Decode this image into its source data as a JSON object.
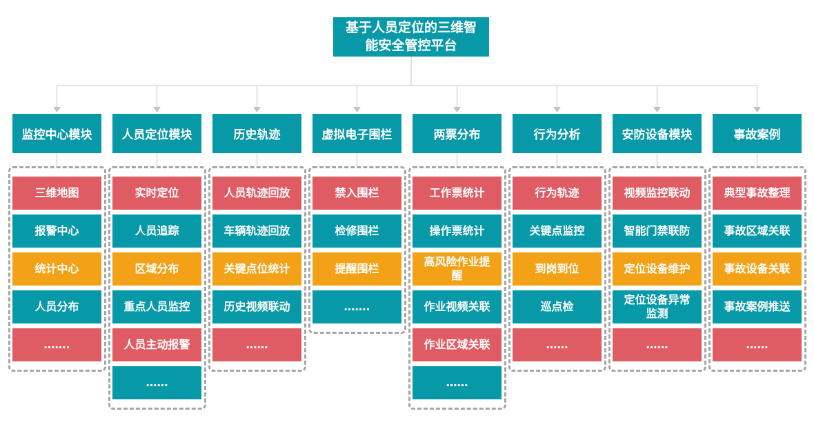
{
  "title": "基于人员定位的三维智能安全管控平台",
  "colors": {
    "teal": "#0899A8",
    "red": "#E05C64",
    "orange": "#F3A218",
    "line": "#D9D9D9",
    "arrow": "#C2C2C2",
    "dash_border": "#A6A6A6",
    "background": "#FFFFFF"
  },
  "modules": [
    {
      "label": "监控中心模块",
      "items": [
        {
          "label": "三维地图",
          "color": "red"
        },
        {
          "label": "报警中心",
          "color": "teal"
        },
        {
          "label": "统计中心",
          "color": "orange"
        },
        {
          "label": "人员分布",
          "color": "teal"
        },
        {
          "label": "…….",
          "color": "red"
        }
      ]
    },
    {
      "label": "人员定位模块",
      "items": [
        {
          "label": "实时定位",
          "color": "red"
        },
        {
          "label": "人员追踪",
          "color": "teal"
        },
        {
          "label": "区域分布",
          "color": "orange"
        },
        {
          "label": "重点人员监控",
          "color": "teal"
        },
        {
          "label": "人员主动报警",
          "color": "red"
        },
        {
          "label": "……",
          "color": "teal"
        }
      ]
    },
    {
      "label": "历史轨迹",
      "items": [
        {
          "label": "人员轨迹回放",
          "color": "red"
        },
        {
          "label": "车辆轨迹回放",
          "color": "teal"
        },
        {
          "label": "关键点位统计",
          "color": "orange"
        },
        {
          "label": "历史视频联动",
          "color": "teal"
        },
        {
          "label": "……",
          "color": "red"
        }
      ]
    },
    {
      "label": "虚拟电子围栏",
      "items": [
        {
          "label": "禁入围栏",
          "color": "red"
        },
        {
          "label": "检修围栏",
          "color": "teal"
        },
        {
          "label": "提醒围栏",
          "color": "orange"
        },
        {
          "label": "…….",
          "color": "teal"
        }
      ]
    },
    {
      "label": "两票分布",
      "items": [
        {
          "label": "工作票统计",
          "color": "red"
        },
        {
          "label": "操作票统计",
          "color": "teal"
        },
        {
          "label": "高风险作业提醒",
          "color": "orange"
        },
        {
          "label": "作业视频关联",
          "color": "teal"
        },
        {
          "label": "作业区域关联",
          "color": "red"
        },
        {
          "label": "……",
          "color": "teal"
        }
      ]
    },
    {
      "label": "行为分析",
      "items": [
        {
          "label": "行为轨迹",
          "color": "red"
        },
        {
          "label": "关键点监控",
          "color": "teal"
        },
        {
          "label": "到岗到位",
          "color": "orange"
        },
        {
          "label": "巡点检",
          "color": "teal"
        },
        {
          "label": "……",
          "color": "red"
        }
      ]
    },
    {
      "label": "安防设备模块",
      "items": [
        {
          "label": "视频监控联动",
          "color": "red"
        },
        {
          "label": "智能门禁联防",
          "color": "teal"
        },
        {
          "label": "定位设备维护",
          "color": "orange"
        },
        {
          "label": "定位设备异常监测",
          "color": "teal"
        },
        {
          "label": "……",
          "color": "red"
        }
      ]
    },
    {
      "label": "事故案例",
      "items": [
        {
          "label": "典型事故整理",
          "color": "red"
        },
        {
          "label": "事故区域关联",
          "color": "teal"
        },
        {
          "label": "事故设备关联",
          "color": "orange"
        },
        {
          "label": "事故案例推送",
          "color": "teal"
        },
        {
          "label": "……",
          "color": "red"
        }
      ]
    }
  ]
}
